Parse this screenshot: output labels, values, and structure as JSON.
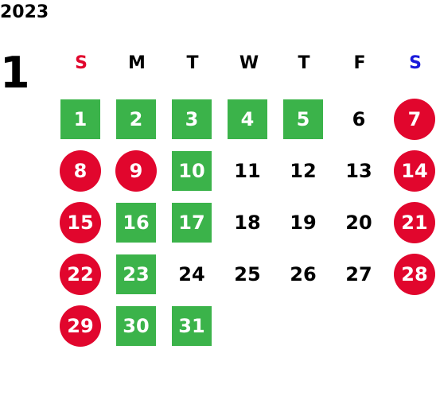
{
  "calendar": {
    "year": "2023",
    "month": "1",
    "weekdays": [
      {
        "label": "S",
        "color": "#e1062d"
      },
      {
        "label": "M",
        "color": "#000000"
      },
      {
        "label": "T",
        "color": "#000000"
      },
      {
        "label": "W",
        "color": "#000000"
      },
      {
        "label": "T",
        "color": "#000000"
      },
      {
        "label": "F",
        "color": "#000000"
      },
      {
        "label": "S",
        "color": "#1a1adb"
      }
    ],
    "colors": {
      "holiday": "#e1062d",
      "highlight": "#3bb34a",
      "saturday": "#1a1adb",
      "sunday": "#e1062d"
    },
    "weeks": [
      [
        {
          "day": "1",
          "style": "green"
        },
        {
          "day": "2",
          "style": "green"
        },
        {
          "day": "3",
          "style": "green"
        },
        {
          "day": "4",
          "style": "green"
        },
        {
          "day": "5",
          "style": "green"
        },
        {
          "day": "6",
          "style": "plain"
        },
        {
          "day": "7",
          "style": "red"
        }
      ],
      [
        {
          "day": "8",
          "style": "red"
        },
        {
          "day": "9",
          "style": "red"
        },
        {
          "day": "10",
          "style": "green"
        },
        {
          "day": "11",
          "style": "plain"
        },
        {
          "day": "12",
          "style": "plain"
        },
        {
          "day": "13",
          "style": "plain"
        },
        {
          "day": "14",
          "style": "red"
        }
      ],
      [
        {
          "day": "15",
          "style": "red"
        },
        {
          "day": "16",
          "style": "green"
        },
        {
          "day": "17",
          "style": "green"
        },
        {
          "day": "18",
          "style": "plain"
        },
        {
          "day": "19",
          "style": "plain"
        },
        {
          "day": "20",
          "style": "plain"
        },
        {
          "day": "21",
          "style": "red"
        }
      ],
      [
        {
          "day": "22",
          "style": "red"
        },
        {
          "day": "23",
          "style": "green"
        },
        {
          "day": "24",
          "style": "plain"
        },
        {
          "day": "25",
          "style": "plain"
        },
        {
          "day": "26",
          "style": "plain"
        },
        {
          "day": "27",
          "style": "plain"
        },
        {
          "day": "28",
          "style": "red"
        }
      ],
      [
        {
          "day": "29",
          "style": "red"
        },
        {
          "day": "30",
          "style": "green"
        },
        {
          "day": "31",
          "style": "green"
        }
      ]
    ]
  }
}
